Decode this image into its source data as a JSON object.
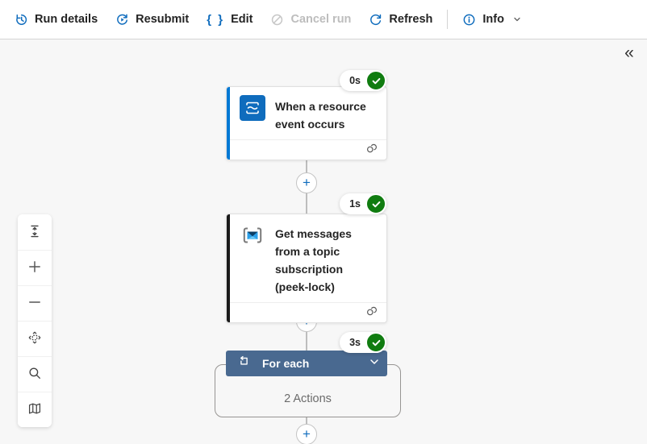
{
  "toolbar": {
    "run_details_label": "Run details",
    "resubmit_label": "Resubmit",
    "edit_label": "Edit",
    "edit_icon_glyph": "{ }",
    "cancel_run_label": "Cancel run",
    "refresh_label": "Refresh",
    "info_label": "Info"
  },
  "canvas": {
    "collapse_glyph": "«",
    "add_step_glyph": "+"
  },
  "workflow": {
    "trigger": {
      "title": "When a resource event occurs",
      "duration": "0s",
      "status": "Succeeded",
      "icon": "event-grid-icon"
    },
    "action": {
      "title": "Get messages from a topic subscription (peek-lock)",
      "duration": "1s",
      "status": "Succeeded",
      "icon": "service-bus-icon"
    },
    "foreach": {
      "title": "For each",
      "duration": "3s",
      "status": "Succeeded",
      "actions_summary": "2 Actions",
      "icon": "loop-icon"
    }
  },
  "zoom_toolbar": {
    "controls": [
      "fit-view",
      "zoom-in",
      "zoom-out",
      "pan",
      "search",
      "minimap"
    ]
  },
  "colors": {
    "accent_blue": "#0f6cbd",
    "trigger_stripe": "#0078d4",
    "action_stripe": "#1a1a1a",
    "success_green": "#107c10",
    "foreach_header": "#496990",
    "canvas_bg": "#f7f7f7"
  }
}
